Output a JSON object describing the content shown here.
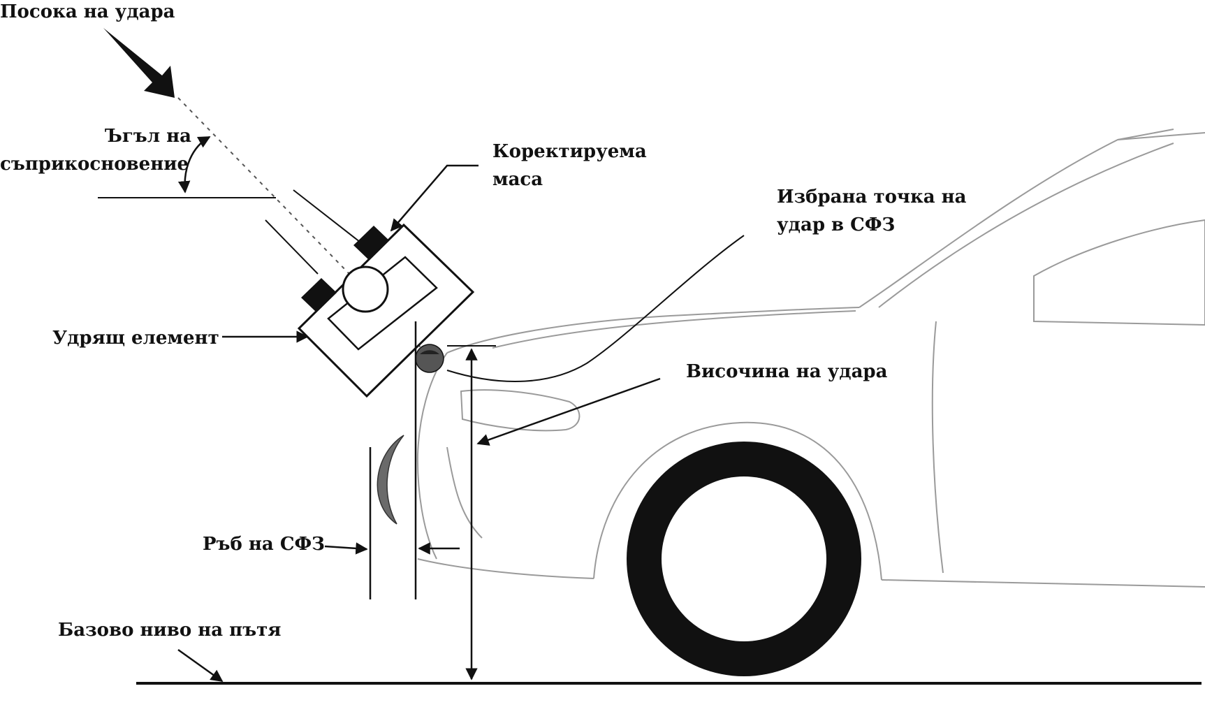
{
  "labels": {
    "impact_direction": "Посока на удара",
    "contact_angle_line1": "Ъгъл на",
    "contact_angle_line2": "съприкосновение",
    "adjustable_mass_line1": "Коректируема",
    "adjustable_mass_line2": "маса",
    "selected_point_line1": "Избрана точка на",
    "selected_point_line2": "удар в СФЗ",
    "impactor": "Удрящ елемент",
    "impact_height": "Височина на удара",
    "sfz_edge": "Ръб на СФЗ",
    "road_level": "Базово ниво на пътя"
  },
  "colors": {
    "ink": "#111111",
    "outline": "#9a9a9a",
    "shade": "#555555"
  }
}
